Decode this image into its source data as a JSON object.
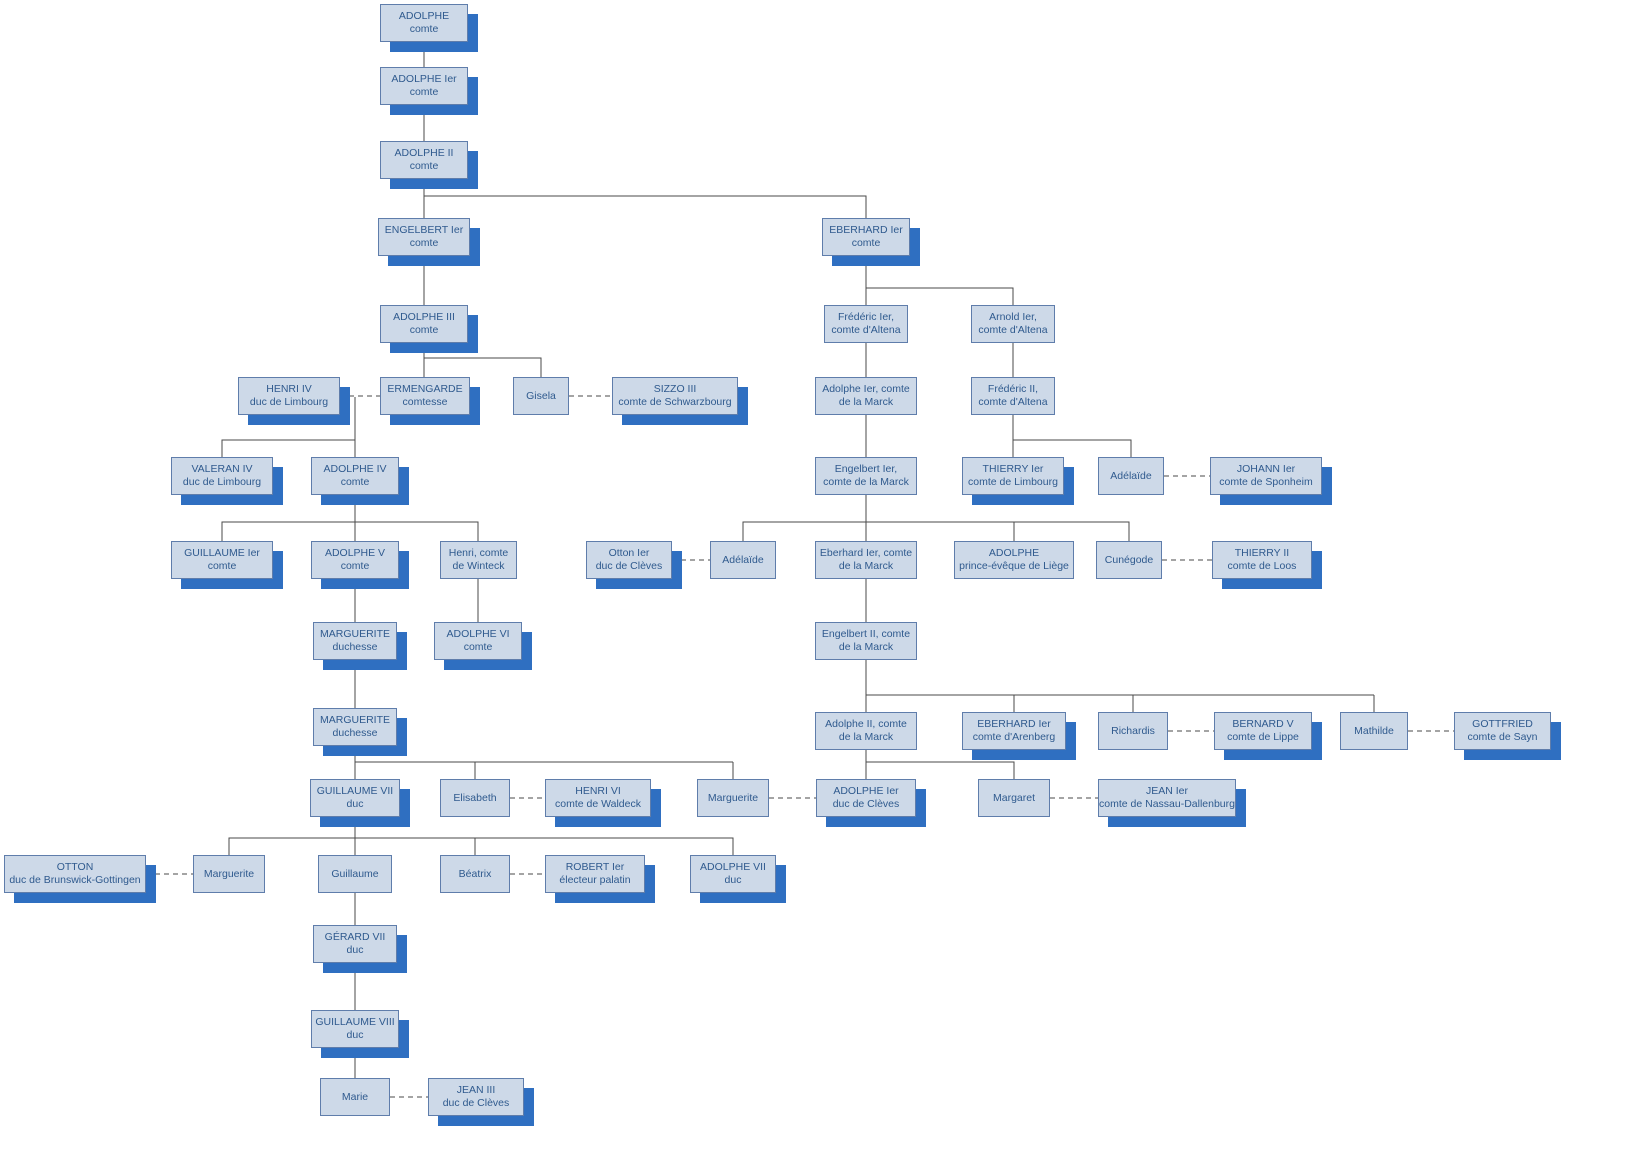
{
  "colors": {
    "background": "#ffffff",
    "node_fill": "#cdd9e8",
    "node_border": "#5f7dab",
    "node_text": "#2f5a8e",
    "node_shadow": "#2f6fc1",
    "connector": "#4a4a4a"
  },
  "nodes": [
    {
      "name": "ADOLPHE",
      "title": "comte",
      "shadow": true
    },
    {
      "name": "ADOLPHE Ier",
      "title": "comte",
      "shadow": true
    },
    {
      "name": "ADOLPHE II",
      "title": "comte",
      "shadow": true
    },
    {
      "name": "ENGELBERT Ier",
      "title": "comte",
      "shadow": true
    },
    {
      "name": "EBERHARD Ier",
      "title": "comte",
      "shadow": true
    },
    {
      "name": "ADOLPHE III",
      "title": "comte",
      "shadow": true
    },
    {
      "name": "HENRI IV",
      "title": "duc de Limbourg",
      "shadow": true
    },
    {
      "name": "ERMENGARDE",
      "title": "comtesse",
      "shadow": true
    },
    {
      "name": "Gisela",
      "title": "",
      "shadow": false
    },
    {
      "name": "SIZZO III",
      "title": "comte de Schwarzbourg",
      "shadow": true
    },
    {
      "name": "Frédéric Ier,",
      "title": "comte d'Altena",
      "shadow": false
    },
    {
      "name": "Arnold Ier,",
      "title": "comte d'Altena",
      "shadow": false
    },
    {
      "name": "Adolphe Ier, comte",
      "title": "de la Marck",
      "shadow": false
    },
    {
      "name": "Frédéric II,",
      "title": "comte d'Altena",
      "shadow": false
    },
    {
      "name": "VALERAN IV",
      "title": "duc de Limbourg",
      "shadow": true
    },
    {
      "name": "ADOLPHE IV",
      "title": "comte",
      "shadow": true
    },
    {
      "name": "Engelbert Ier,",
      "title": "comte de la Marck",
      "shadow": false
    },
    {
      "name": "THIERRY Ier",
      "title": "comte de Limbourg",
      "shadow": true
    },
    {
      "name": "Adélaïde",
      "title": "",
      "shadow": false
    },
    {
      "name": "JOHANN Ier",
      "title": "comte de Sponheim",
      "shadow": true
    },
    {
      "name": "GUILLAUME Ier",
      "title": "comte",
      "shadow": true
    },
    {
      "name": "ADOLPHE V",
      "title": "comte",
      "shadow": true
    },
    {
      "name": "Henri, comte",
      "title": "de Winteck",
      "shadow": false
    },
    {
      "name": "Otton Ier",
      "title": "duc de Clèves",
      "shadow": true
    },
    {
      "name": "Adélaïde",
      "title": "",
      "shadow": false
    },
    {
      "name": "Eberhard Ier, comte",
      "title": "de la Marck",
      "shadow": false
    },
    {
      "name": "ADOLPHE",
      "title": "prince-évêque de Liège",
      "shadow": false
    },
    {
      "name": "Cunégode",
      "title": "",
      "shadow": false
    },
    {
      "name": "THIERRY II",
      "title": "comte de Loos",
      "shadow": true
    },
    {
      "name": "MARGUERITE",
      "title": "duchesse",
      "shadow": true
    },
    {
      "name": "ADOLPHE VI",
      "title": "comte",
      "shadow": true
    },
    {
      "name": "Engelbert II, comte",
      "title": "de la Marck",
      "shadow": false
    },
    {
      "name": "MARGUERITE",
      "title": "duchesse",
      "shadow": true
    },
    {
      "name": "Adolphe II, comte",
      "title": "de la Marck",
      "shadow": false
    },
    {
      "name": "EBERHARD Ier",
      "title": "comte d'Arenberg",
      "shadow": true
    },
    {
      "name": "Richardis",
      "title": "",
      "shadow": false
    },
    {
      "name": "BERNARD V",
      "title": "comte de Lippe",
      "shadow": true
    },
    {
      "name": "Mathilde",
      "title": "",
      "shadow": false
    },
    {
      "name": "GOTTFRIED",
      "title": "comte de Sayn",
      "shadow": true
    },
    {
      "name": "GUILLAUME VII",
      "title": "duc",
      "shadow": true
    },
    {
      "name": "Elisabeth",
      "title": "",
      "shadow": false
    },
    {
      "name": "HENRI VI",
      "title": "comte de Waldeck",
      "shadow": true
    },
    {
      "name": "Marguerite",
      "title": "",
      "shadow": false
    },
    {
      "name": "ADOLPHE Ier",
      "title": "duc de Clèves",
      "shadow": true
    },
    {
      "name": "Margaret",
      "title": "",
      "shadow": false
    },
    {
      "name": "JEAN Ier",
      "title": "comte de Nassau-Dallenburg",
      "shadow": true
    },
    {
      "name": "OTTON",
      "title": "duc de Brunswick-Gottingen",
      "shadow": true
    },
    {
      "name": "Marguerite",
      "title": "",
      "shadow": false
    },
    {
      "name": "Guillaume",
      "title": "",
      "shadow": false
    },
    {
      "name": "Béatrix",
      "title": "",
      "shadow": false
    },
    {
      "name": "ROBERT Ier",
      "title": "électeur palatin",
      "shadow": true
    },
    {
      "name": "ADOLPHE VII",
      "title": "duc",
      "shadow": true
    },
    {
      "name": "GÉRARD VII",
      "title": "duc",
      "shadow": true
    },
    {
      "name": "GUILLAUME VIII",
      "title": "duc",
      "shadow": true
    },
    {
      "name": "Marie",
      "title": "",
      "shadow": false
    },
    {
      "name": "JEAN III",
      "title": "duc de Clèves",
      "shadow": true
    }
  ],
  "relations": {
    "descents": [
      {
        "from": [
          0
        ],
        "to": [
          1
        ]
      },
      {
        "from": [
          1
        ],
        "to": [
          2
        ]
      },
      {
        "from": [
          2
        ],
        "to": [
          3,
          4
        ]
      },
      {
        "from": [
          3
        ],
        "to": [
          5
        ]
      },
      {
        "from": [
          5
        ],
        "to": [
          7,
          8
        ]
      },
      {
        "from": [
          6,
          7
        ],
        "to": [
          14,
          15
        ]
      },
      {
        "from": [
          15
        ],
        "to": [
          20,
          21,
          22
        ]
      },
      {
        "from": [
          21
        ],
        "to": [
          29
        ]
      },
      {
        "from": [
          22
        ],
        "to": [
          30
        ]
      },
      {
        "from": [
          29
        ],
        "to": [
          32
        ]
      },
      {
        "from": [
          32
        ],
        "to": [
          39,
          40,
          42
        ]
      },
      {
        "from": [
          39
        ],
        "to": [
          47,
          48,
          49,
          51
        ]
      },
      {
        "from": [
          48
        ],
        "to": [
          52
        ]
      },
      {
        "from": [
          52
        ],
        "to": [
          53
        ]
      },
      {
        "from": [
          53
        ],
        "to": [
          54
        ]
      },
      {
        "from": [
          4
        ],
        "to": [
          10,
          11
        ]
      },
      {
        "from": [
          10
        ],
        "to": [
          12
        ]
      },
      {
        "from": [
          11
        ],
        "to": [
          13
        ]
      },
      {
        "from": [
          12
        ],
        "to": [
          16
        ]
      },
      {
        "from": [
          13
        ],
        "to": [
          17,
          18
        ]
      },
      {
        "from": [
          16
        ],
        "to": [
          24,
          25,
          26,
          27
        ]
      },
      {
        "from": [
          25
        ],
        "to": [
          31
        ]
      },
      {
        "from": [
          31
        ],
        "to": [
          33,
          34,
          35,
          37
        ]
      },
      {
        "from": [
          33
        ],
        "to": [
          43,
          44
        ]
      }
    ],
    "marriages": [
      [
        6,
        7
      ],
      [
        8,
        9
      ],
      [
        18,
        19
      ],
      [
        23,
        24
      ],
      [
        27,
        28
      ],
      [
        35,
        36
      ],
      [
        37,
        38
      ],
      [
        40,
        41
      ],
      [
        42,
        43
      ],
      [
        44,
        45
      ],
      [
        46,
        47
      ],
      [
        49,
        50
      ],
      [
        54,
        55
      ]
    ]
  }
}
